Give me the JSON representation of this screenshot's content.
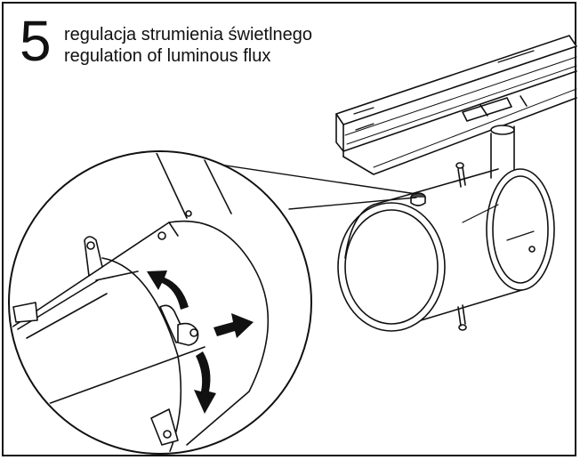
{
  "step": {
    "number": "5",
    "title_pl": "regulacja strumienia świetlnego",
    "title_en": "regulation of luminous flux"
  },
  "illustration": {
    "stroke_color": "#111111",
    "arrow_color": "#111111",
    "background": "#ffffff"
  }
}
